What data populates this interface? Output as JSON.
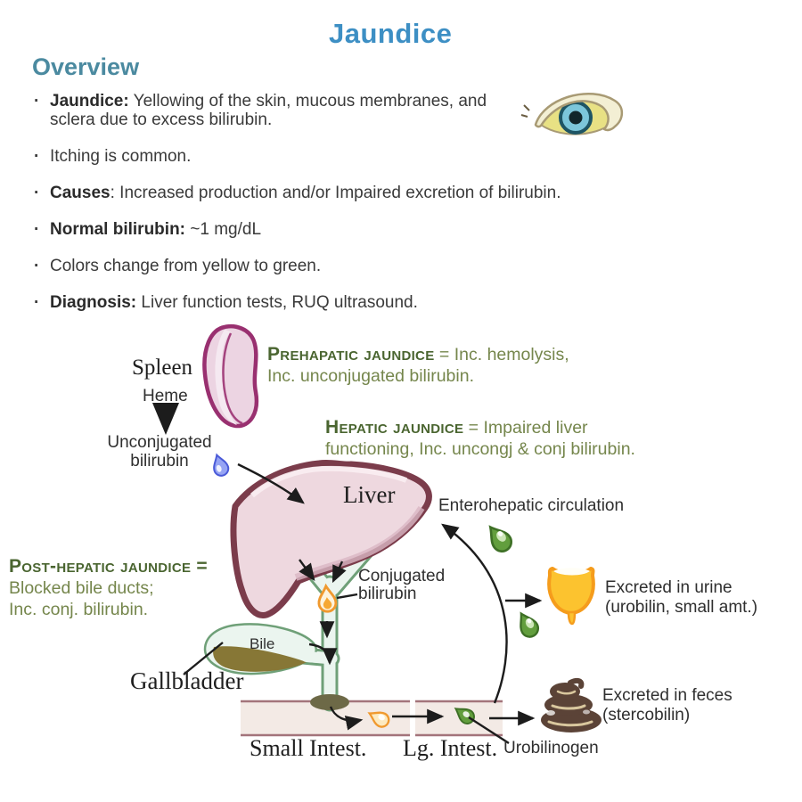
{
  "title": "Jaundice",
  "colors": {
    "title": "#3d8fc4",
    "overview": "#4b8aa0",
    "heading-green": "#4a6530",
    "body-olive": "#75864c",
    "liver-fill": "#eed8df",
    "liver-border": "#7b3c4b",
    "spleen-border": "#993070",
    "duct-green": "#6fa078",
    "bile-olive": "#877736",
    "drop-blue": "#4a5ad8",
    "drop-orange": "#f0992e",
    "drop-green": "#3e7026",
    "urine-orange": "#f59c1c",
    "feces-brown": "#5b4337"
  },
  "overview": {
    "heading": "Overview",
    "bullet_char": "·",
    "bullets": [
      {
        "bold": "Jaundice:",
        "text": " Yellowing of the skin, mucous membranes, and sclera due to excess bilirubin."
      },
      {
        "bold": "",
        "text": "Itching is common."
      },
      {
        "bold": "Causes",
        "text": ": Increased production and/or Impaired excretion of bilirubin."
      },
      {
        "bold": "Normal bilirubin:",
        "text": " ~1 mg/dL"
      },
      {
        "bold": "",
        "text": "Colors change from yellow to green."
      },
      {
        "bold": "Diagnosis:",
        "text": " Liver function tests, RUQ ultrasound."
      }
    ]
  },
  "diagram": {
    "organs": {
      "spleen": "Spleen",
      "heme": "Heme",
      "liver": "Liver",
      "bile": "Bile",
      "gallbladder": "Gallbladder",
      "small_intestine": "Small Intest.",
      "large_intestine": "Lg. Intest."
    },
    "substances": {
      "unconjugated_line1": "Unconjugated",
      "unconjugated_line2": "bilirubin",
      "conjugated_line1": "Conjugated",
      "conjugated_line2": "bilirubin",
      "urobilinogen": "Urobilinogen"
    },
    "pathways": {
      "prehepatic": {
        "name": "Prehapatic jaundice",
        "desc_line1": " = Inc. hemolysis,",
        "desc_line2": "Inc. unconjugated bilirubin."
      },
      "hepatic": {
        "name": "Hepatic jaundice",
        "desc_line1": " = Impaired liver",
        "desc_line2": "functioning, Inc. uncongj & conj bilirubin."
      },
      "posthepatic": {
        "name": "Post-hepatic jaundice =",
        "desc_line1": "Blocked bile ducts;",
        "desc_line2": "Inc. conj. bilirubin."
      }
    },
    "excretion": {
      "circulation": "Enterohepatic circulation",
      "urine_line1": "Excreted in urine",
      "urine_line2": "(urobilin, small amt.)",
      "feces_line1": "Excreted in feces",
      "feces_line2": "(stercobilin)"
    }
  }
}
